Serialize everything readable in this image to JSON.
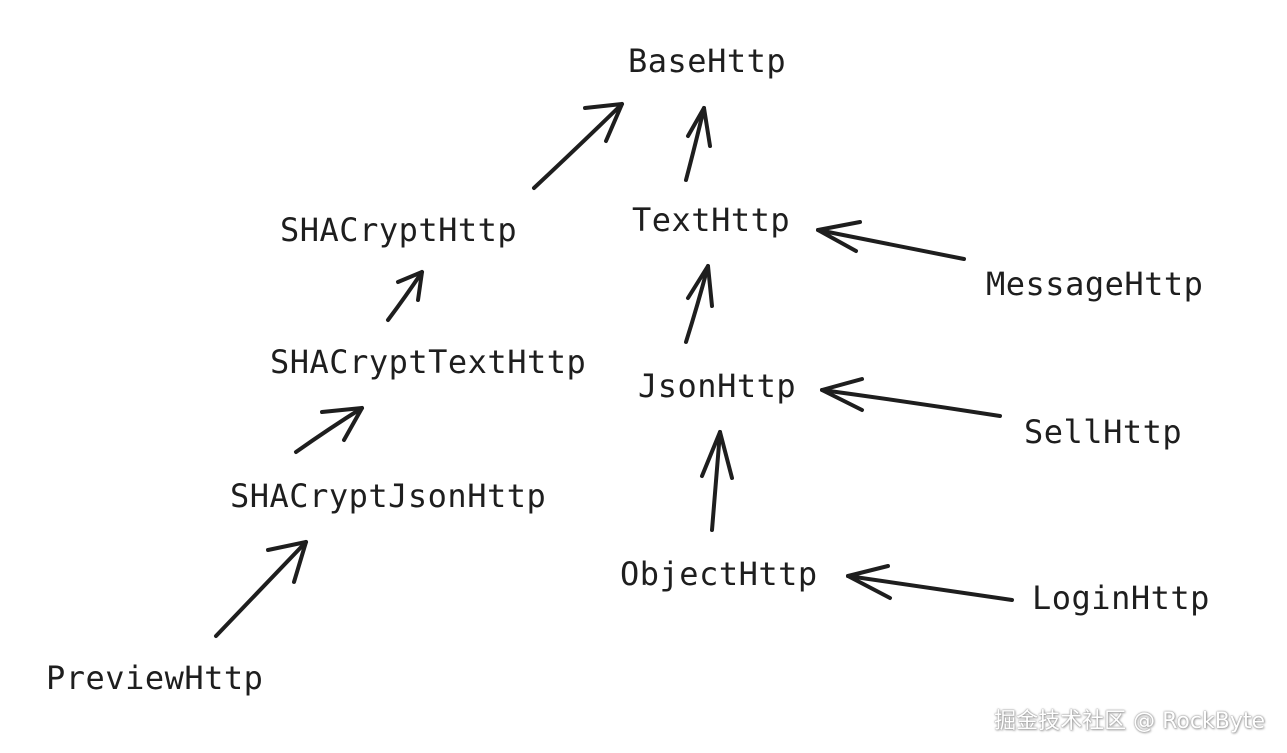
{
  "nodes": {
    "base_http": "BaseHttp",
    "sha_crypt_http": "SHACryptHttp",
    "text_http": "TextHttp",
    "message_http": "MessageHttp",
    "sha_crypt_text_http": "SHACryptTextHttp",
    "json_http": "JsonHttp",
    "sell_http": "SellHttp",
    "sha_crypt_json_http": "SHACryptJsonHttp",
    "object_http": "ObjectHttp",
    "login_http": "LoginHttp",
    "preview_http": "PreviewHttp"
  },
  "edges": [
    {
      "from": "SHACryptHttp",
      "to": "BaseHttp"
    },
    {
      "from": "TextHttp",
      "to": "BaseHttp"
    },
    {
      "from": "MessageHttp",
      "to": "TextHttp"
    },
    {
      "from": "SHACryptTextHttp",
      "to": "SHACryptHttp"
    },
    {
      "from": "JsonHttp",
      "to": "TextHttp"
    },
    {
      "from": "SellHttp",
      "to": "JsonHttp"
    },
    {
      "from": "SHACryptJsonHttp",
      "to": "SHACryptTextHttp"
    },
    {
      "from": "ObjectHttp",
      "to": "JsonHttp"
    },
    {
      "from": "LoginHttp",
      "to": "ObjectHttp"
    },
    {
      "from": "PreviewHttp",
      "to": "SHACryptJsonHttp"
    }
  ],
  "colors": {
    "ink": "#1e1e1e",
    "background": "#ffffff"
  },
  "watermark": "掘金技术社区 @ RockByte"
}
